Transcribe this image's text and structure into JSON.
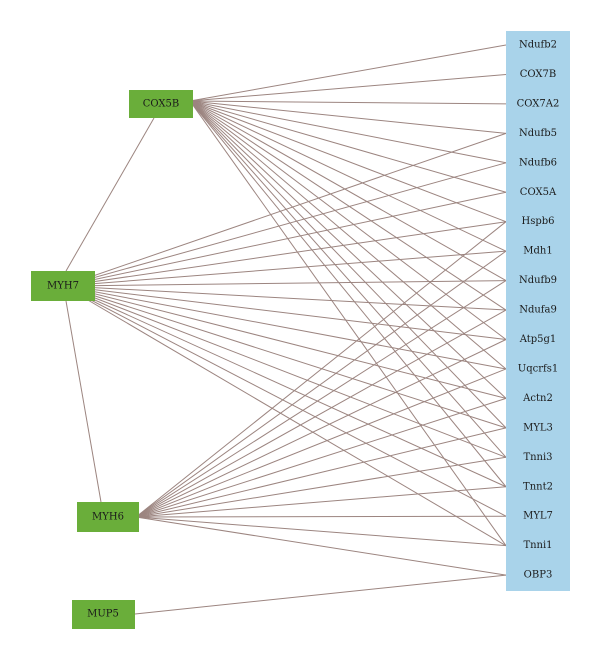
{
  "hubs": [
    {
      "id": "cox5b",
      "label": "COX5B"
    },
    {
      "id": "myh7",
      "label": "MYH7"
    },
    {
      "id": "myh6",
      "label": "MYH6"
    },
    {
      "id": "mup5",
      "label": "MUP5"
    }
  ],
  "targets": [
    "Ndufb2",
    "COX7B",
    "COX7A2",
    "Ndufb5",
    "Ndufb6",
    "COX5A",
    "Hspb6",
    "Mdh1",
    "Ndufb9",
    "Ndufa9",
    "Atp5g1",
    "Uqcrfs1",
    "Actn2",
    "MYL3",
    "Tnni3",
    "Tnnt2",
    "MYL7",
    "Tnni1",
    "OBP3"
  ],
  "edges": [
    [
      "COX5B",
      "MYH7"
    ],
    [
      "MYH7",
      "MYH6"
    ],
    [
      "COX5B",
      "Ndufb2"
    ],
    [
      "COX5B",
      "COX7B"
    ],
    [
      "COX5B",
      "COX7A2"
    ],
    [
      "COX5B",
      "Ndufb5"
    ],
    [
      "COX5B",
      "Ndufb6"
    ],
    [
      "COX5B",
      "COX5A"
    ],
    [
      "COX5B",
      "Hspb6"
    ],
    [
      "COX5B",
      "Mdh1"
    ],
    [
      "COX5B",
      "Ndufb9"
    ],
    [
      "COX5B",
      "Ndufa9"
    ],
    [
      "COX5B",
      "Atp5g1"
    ],
    [
      "COX5B",
      "Uqcrfs1"
    ],
    [
      "COX5B",
      "Actn2"
    ],
    [
      "COX5B",
      "MYL3"
    ],
    [
      "COX5B",
      "Tnni3"
    ],
    [
      "COX5B",
      "Tnnt2"
    ],
    [
      "COX5B",
      "Tnni1"
    ],
    [
      "MYH7",
      "Ndufb5"
    ],
    [
      "MYH7",
      "Ndufb6"
    ],
    [
      "MYH7",
      "COX5A"
    ],
    [
      "MYH7",
      "Hspb6"
    ],
    [
      "MYH7",
      "Mdh1"
    ],
    [
      "MYH7",
      "Ndufb9"
    ],
    [
      "MYH7",
      "Ndufa9"
    ],
    [
      "MYH7",
      "Atp5g1"
    ],
    [
      "MYH7",
      "Uqcrfs1"
    ],
    [
      "MYH7",
      "Actn2"
    ],
    [
      "MYH7",
      "MYL3"
    ],
    [
      "MYH7",
      "Tnni3"
    ],
    [
      "MYH7",
      "Tnnt2"
    ],
    [
      "MYH7",
      "MYL7"
    ],
    [
      "MYH7",
      "Tnni1"
    ],
    [
      "MYH6",
      "Hspb6"
    ],
    [
      "MYH6",
      "Mdh1"
    ],
    [
      "MYH6",
      "Ndufb9"
    ],
    [
      "MYH6",
      "Ndufa9"
    ],
    [
      "MYH6",
      "Atp5g1"
    ],
    [
      "MYH6",
      "Uqcrfs1"
    ],
    [
      "MYH6",
      "Actn2"
    ],
    [
      "MYH6",
      "MYL3"
    ],
    [
      "MYH6",
      "Tnni3"
    ],
    [
      "MYH6",
      "Tnnt2"
    ],
    [
      "MYH6",
      "MYL7"
    ],
    [
      "MYH6",
      "Tnni1"
    ],
    [
      "MYH6",
      "OBP3"
    ],
    [
      "MUP5",
      "OBP3"
    ]
  ]
}
